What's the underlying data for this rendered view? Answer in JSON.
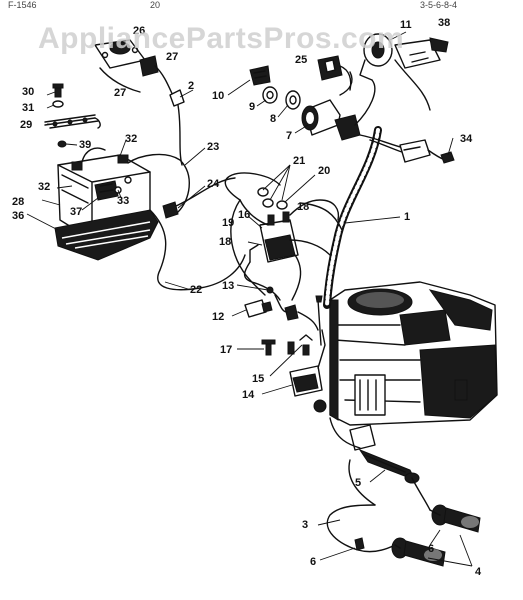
{
  "watermark": "AppliancePartsPros.com",
  "header_codes": [
    "F-1546",
    "20",
    "3-5-6-8-4"
  ],
  "callouts": [
    "1",
    "2",
    "3",
    "4",
    "5",
    "6",
    "6",
    "7",
    "8",
    "9",
    "10",
    "11",
    "12",
    "13",
    "14",
    "15",
    "16",
    "17",
    "18",
    "18",
    "19",
    "20",
    "21",
    "22",
    "23",
    "24",
    "25",
    "26",
    "27",
    "27",
    "28",
    "29",
    "30",
    "31",
    "32",
    "32",
    "33",
    "34",
    "36",
    "37",
    "38",
    "39"
  ],
  "colors": {
    "ink": "#111111",
    "watermark": "#cfcfcf",
    "background": "#ffffff"
  }
}
